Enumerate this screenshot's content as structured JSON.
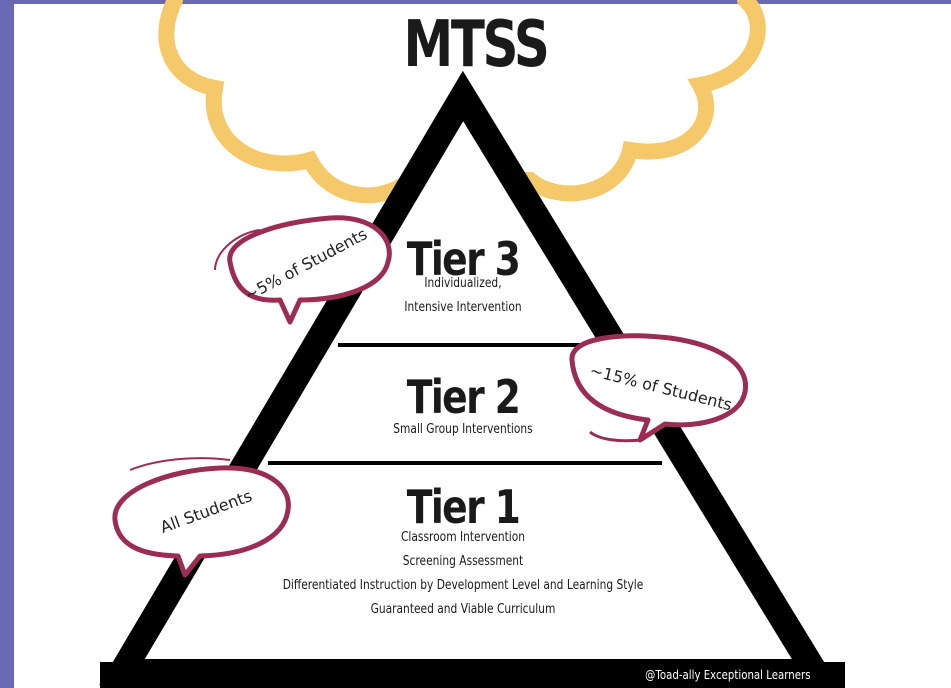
{
  "title": "MTSS",
  "tiers": [
    {
      "name": "Tier 3",
      "lines": [
        "Individualized,",
        "Intensive Intervention"
      ],
      "callout": "~5% of Students"
    },
    {
      "name": "Tier 2",
      "lines": [
        "Small Group Interventions"
      ],
      "callout": "~15% of Students"
    },
    {
      "name": "Tier 1",
      "lines": [
        "Classroom Intervention",
        "Screening Assessment",
        "Differentiated Instruction by Development Level and Learning Style",
        "Guaranteed and Viable Curriculum"
      ],
      "callout": "All Students"
    }
  ],
  "watermark": "@Toad-ally Exceptional Learners",
  "colors": {
    "frame": "#6a69b3",
    "cloud": "#f5c96a",
    "bubble_outline": "#9b2d55",
    "triangle": "#000000"
  }
}
